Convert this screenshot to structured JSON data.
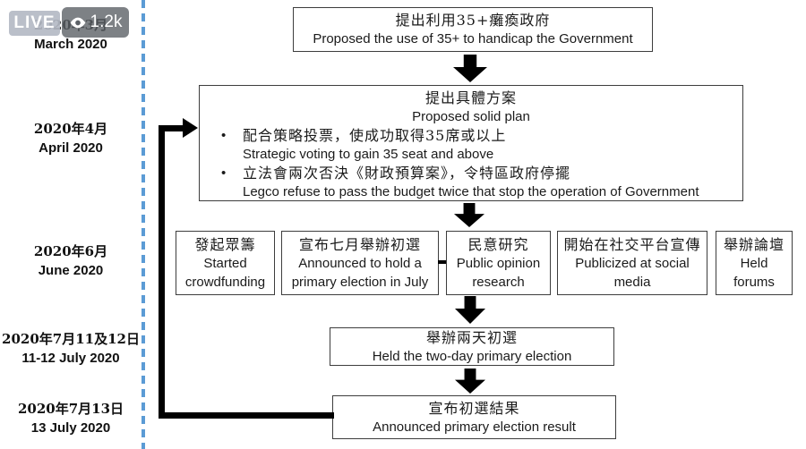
{
  "overlay": {
    "live_label": "LIVE",
    "viewer_count": "1.2k"
  },
  "timeline": {
    "entries": [
      {
        "zh": "2020年3月",
        "en": "March 2020"
      },
      {
        "zh": "2020年4月",
        "en": "April 2020"
      },
      {
        "zh": "2020年6月",
        "en": "June 2020"
      },
      {
        "zh": "2020年7月11及12日",
        "en": "11-12 July 2020"
      },
      {
        "zh": "2020年7月13日",
        "en": "13 July 2020"
      }
    ]
  },
  "flowchart": {
    "bullet_glyph": "•",
    "step1": {
      "zh": "提出利用35+癱瘓政府",
      "en": "Proposed the use of 35+ to handicap the Government"
    },
    "step2": {
      "title_zh": "提出具體方案",
      "title_en": "Proposed solid plan",
      "bullet1_zh": "配合策略投票，使成功取得35席或以上",
      "bullet1_en": "Strategic voting to gain 35 seat and above",
      "bullet2_zh": "立法會兩次否決《財政預算案》，令特區政府停擺",
      "bullet2_en": "Legco refuse to pass the budget twice that stop the operation of Government"
    },
    "step3_items": [
      {
        "zh": "發起眾籌",
        "en": "Started crowdfunding"
      },
      {
        "zh": "宣布七月舉辦初選",
        "en": "Announced to hold a primary election in July"
      },
      {
        "zh": "民意研究",
        "en": "Public opinion research"
      },
      {
        "zh": "開始在社交平台宣傳",
        "en": "Publicized at social media"
      },
      {
        "zh": "舉辦論壇",
        "en": "Held forums"
      }
    ],
    "step4": {
      "zh": "舉辦兩天初選",
      "en": "Held the two-day primary election"
    },
    "step5": {
      "zh": "宣布初選結果",
      "en": "Announced primary election result"
    }
  },
  "colors": {
    "timeline_divider": "#5b9bd5",
    "box_border": "#3d3d3d",
    "arrow": "#000000",
    "live_badge_bg": "#b4bac4",
    "viewer_badge_bg": "#5c6167"
  }
}
